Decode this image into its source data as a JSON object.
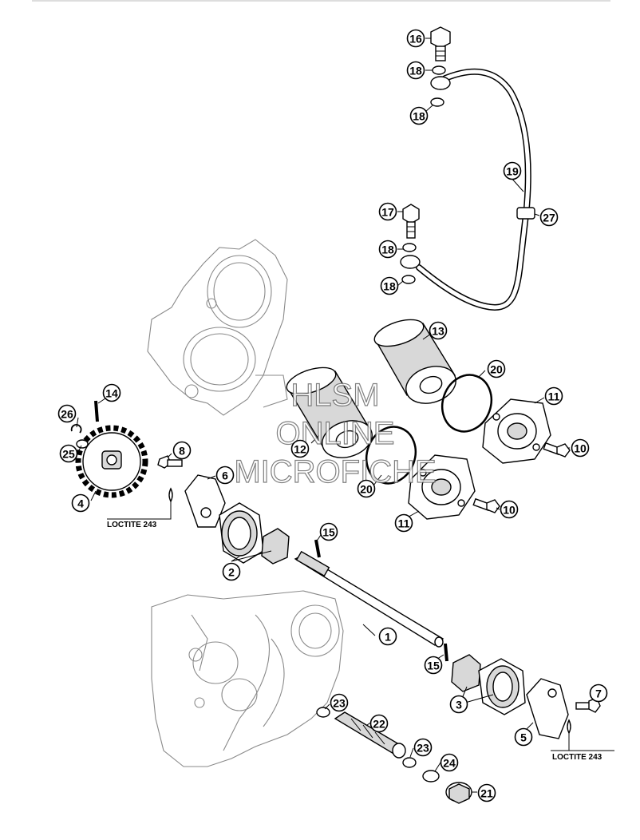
{
  "callouts": [
    {
      "id": "c16",
      "text": "16"
    },
    {
      "id": "c18a",
      "text": "18"
    },
    {
      "id": "c18b",
      "text": "18"
    },
    {
      "id": "c19",
      "text": "19"
    },
    {
      "id": "c27",
      "text": "27"
    },
    {
      "id": "c17",
      "text": "17"
    },
    {
      "id": "c18c",
      "text": "18"
    },
    {
      "id": "c18d",
      "text": "18"
    },
    {
      "id": "c13",
      "text": "13"
    },
    {
      "id": "c20a",
      "text": "20"
    },
    {
      "id": "c11a",
      "text": "11"
    },
    {
      "id": "c10a",
      "text": "10"
    },
    {
      "id": "c14",
      "text": "14"
    },
    {
      "id": "c26",
      "text": "26"
    },
    {
      "id": "c25",
      "text": "25"
    },
    {
      "id": "c4",
      "text": "4"
    },
    {
      "id": "c8",
      "text": "8"
    },
    {
      "id": "c6",
      "text": "6"
    },
    {
      "id": "c12",
      "text": "12"
    },
    {
      "id": "c20b",
      "text": "20"
    },
    {
      "id": "c11b",
      "text": "11"
    },
    {
      "id": "c10b",
      "text": "10"
    },
    {
      "id": "c15a",
      "text": "15"
    },
    {
      "id": "c2",
      "text": "2"
    },
    {
      "id": "c1",
      "text": "1"
    },
    {
      "id": "c15b",
      "text": "15"
    },
    {
      "id": "c7",
      "text": "7"
    },
    {
      "id": "c3",
      "text": "3"
    },
    {
      "id": "c5",
      "text": "5"
    },
    {
      "id": "c23a",
      "text": "23"
    },
    {
      "id": "c22",
      "text": "22"
    },
    {
      "id": "c23b",
      "text": "23"
    },
    {
      "id": "c24",
      "text": "24"
    },
    {
      "id": "c21",
      "text": "21"
    }
  ],
  "notes": {
    "loctite_left": "LOCTITE 243",
    "loctite_right": "LOCTITE 243"
  },
  "watermark": {
    "line1": "HLSM",
    "line2": "ONLINE",
    "line3": "MICROFICHE"
  }
}
